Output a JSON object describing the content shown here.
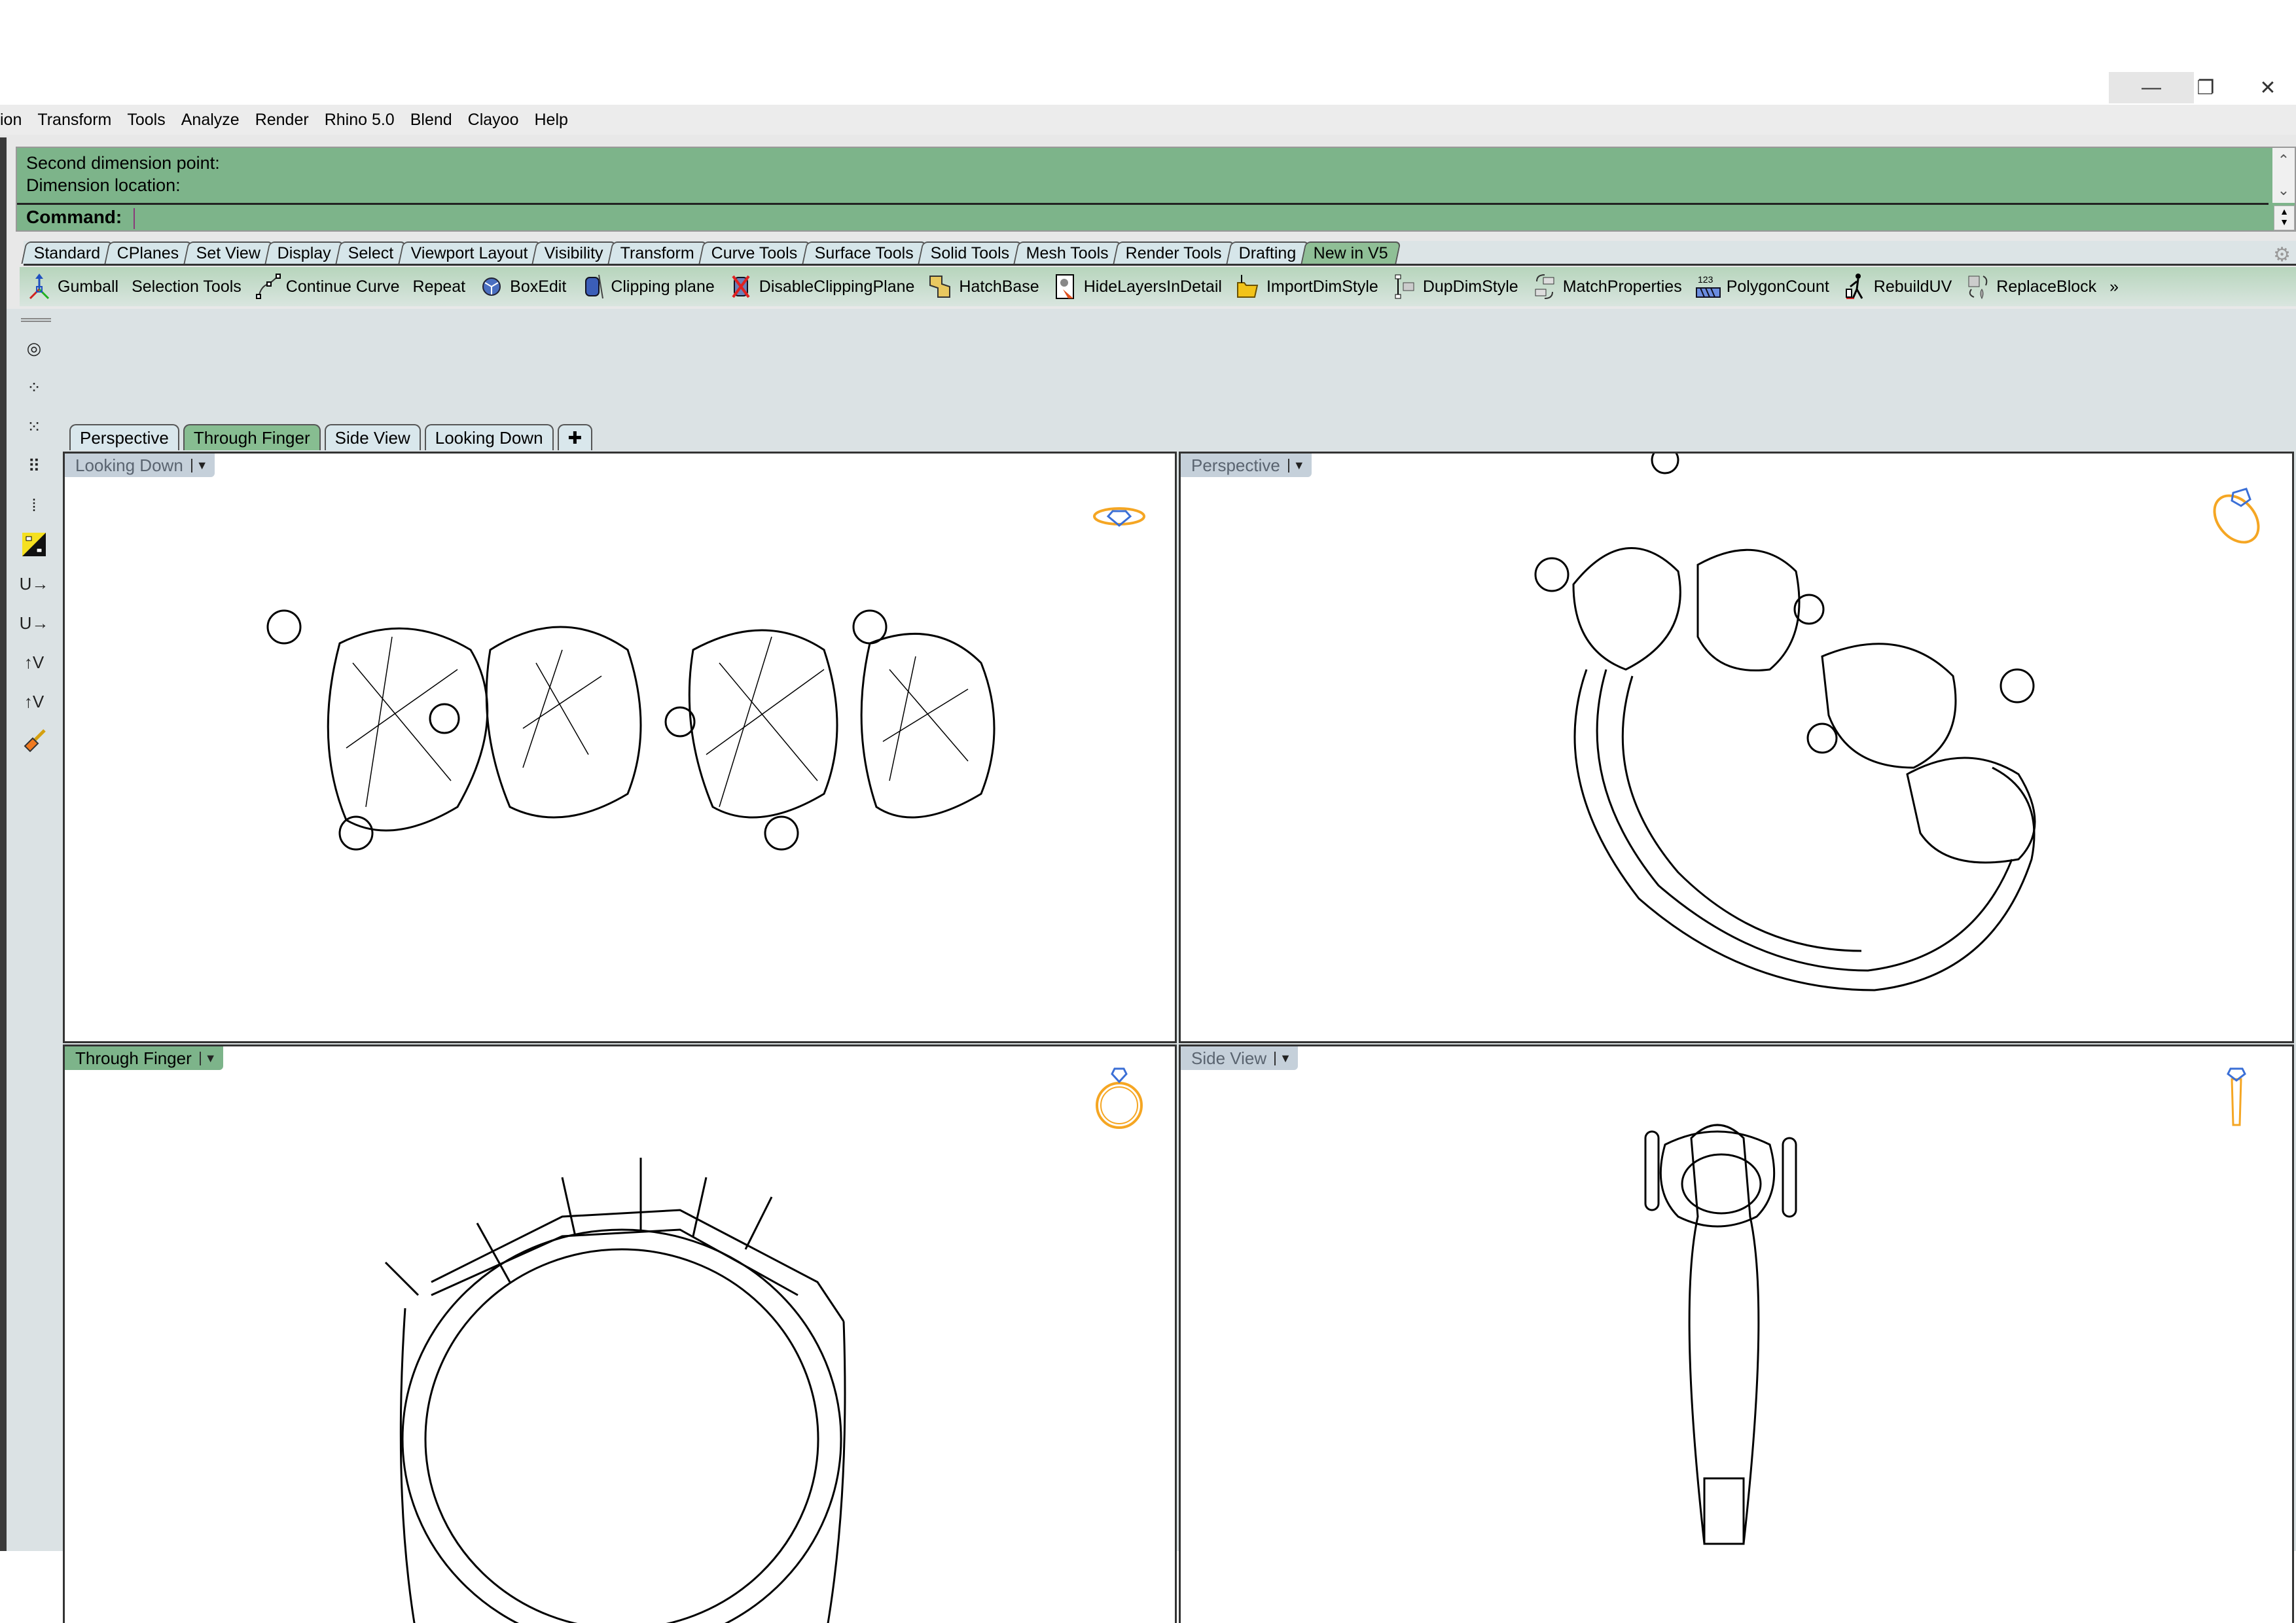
{
  "window": {
    "controls": {
      "minimize": "—",
      "restore": "❐",
      "close": "✕"
    }
  },
  "menubar": {
    "items": [
      "ion",
      "Transform",
      "Tools",
      "Analyze",
      "Render",
      "Rhino 5.0",
      "Blend",
      "Clayoo",
      "Help"
    ]
  },
  "command": {
    "history": [
      "Second dimension point:",
      "Dimension location:"
    ],
    "prompt": "Command:",
    "input_value": "",
    "scroll_up": "⌃",
    "scroll_down": "⌄"
  },
  "toolbar_tabs": {
    "items": [
      "Standard",
      "CPlanes",
      "Set View",
      "Display",
      "Select",
      "Viewport Layout",
      "Visibility",
      "Transform",
      "Curve Tools",
      "Surface Tools",
      "Solid Tools",
      "Mesh Tools",
      "Render Tools",
      "Drafting",
      "New in V5"
    ],
    "active": "New in V5"
  },
  "toolbar": {
    "buttons": [
      {
        "label": "Gumball",
        "icon": "gumball-icon"
      },
      {
        "label": "Selection Tools",
        "icon": ""
      },
      {
        "label": "Continue Curve",
        "icon": "continue-curve-icon"
      },
      {
        "label": "Repeat",
        "icon": ""
      },
      {
        "label": "BoxEdit",
        "icon": "boxedit-icon"
      },
      {
        "label": "Clipping plane",
        "icon": "clipping-plane-icon"
      },
      {
        "label": "DisableClippingPlane",
        "icon": "disable-clipping-plane-icon"
      },
      {
        "label": "HatchBase",
        "icon": "hatch-base-icon"
      },
      {
        "label": "HideLayersInDetail",
        "icon": "hide-layers-icon"
      },
      {
        "label": "ImportDimStyle",
        "icon": "import-dimstyle-icon"
      },
      {
        "label": "DupDimStyle",
        "icon": "dup-dimstyle-icon"
      },
      {
        "label": "MatchProperties",
        "icon": "match-properties-icon"
      },
      {
        "label": "PolygonCount",
        "icon": "polygon-count-icon"
      },
      {
        "label": "RebuildUV",
        "icon": "rebuild-uv-icon"
      },
      {
        "label": "ReplaceBlock",
        "icon": "replace-block-icon"
      }
    ],
    "overflow": "»"
  },
  "view_tabs": {
    "items": [
      "Perspective",
      "Through Finger",
      "Side View",
      "Looking Down"
    ],
    "active": "Through Finger",
    "add": "✚"
  },
  "viewports": [
    {
      "name": "Looking Down",
      "active": false
    },
    {
      "name": "Perspective",
      "active": false
    },
    {
      "name": "Through Finger",
      "active": true
    },
    {
      "name": "Side View",
      "active": false
    }
  ],
  "colors": {
    "command_bg": "#7db48a",
    "active_tab": "#87bd91",
    "viewport_label_bg": "#c5d0da",
    "orient_gold": "#f5a623",
    "orient_blue": "#3b6fd6"
  }
}
